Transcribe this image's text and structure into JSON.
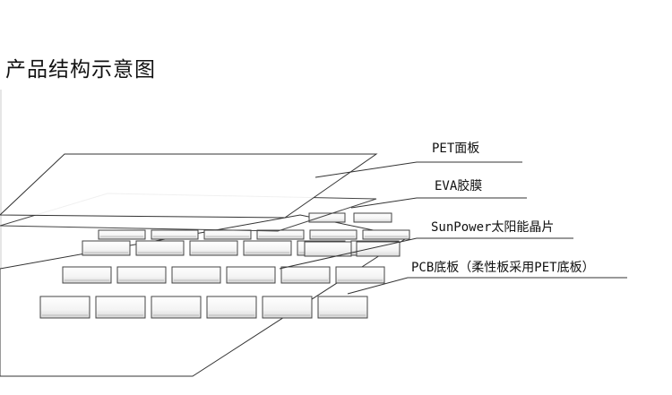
{
  "title": "产品结构示意图",
  "labels": [
    "PET面板",
    "EVA胶膜",
    "SunPower太阳能晶片",
    "PCB底板（柔性板采用PET底板）"
  ]
}
